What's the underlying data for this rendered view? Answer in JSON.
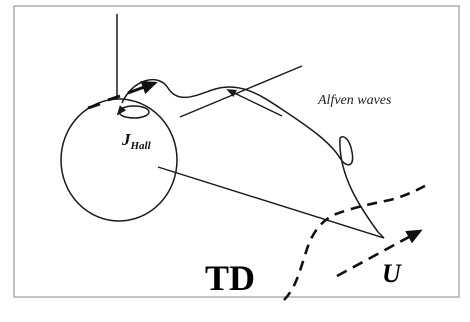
{
  "labels": {
    "current": "J",
    "current_subscript": "Hall",
    "waves": "Alfven waves",
    "discontinuity": "TD",
    "velocity": "U"
  },
  "colors": {
    "stroke": "#1a1a1a",
    "frame": "#9a9a9a",
    "background": "#ffffff"
  }
}
